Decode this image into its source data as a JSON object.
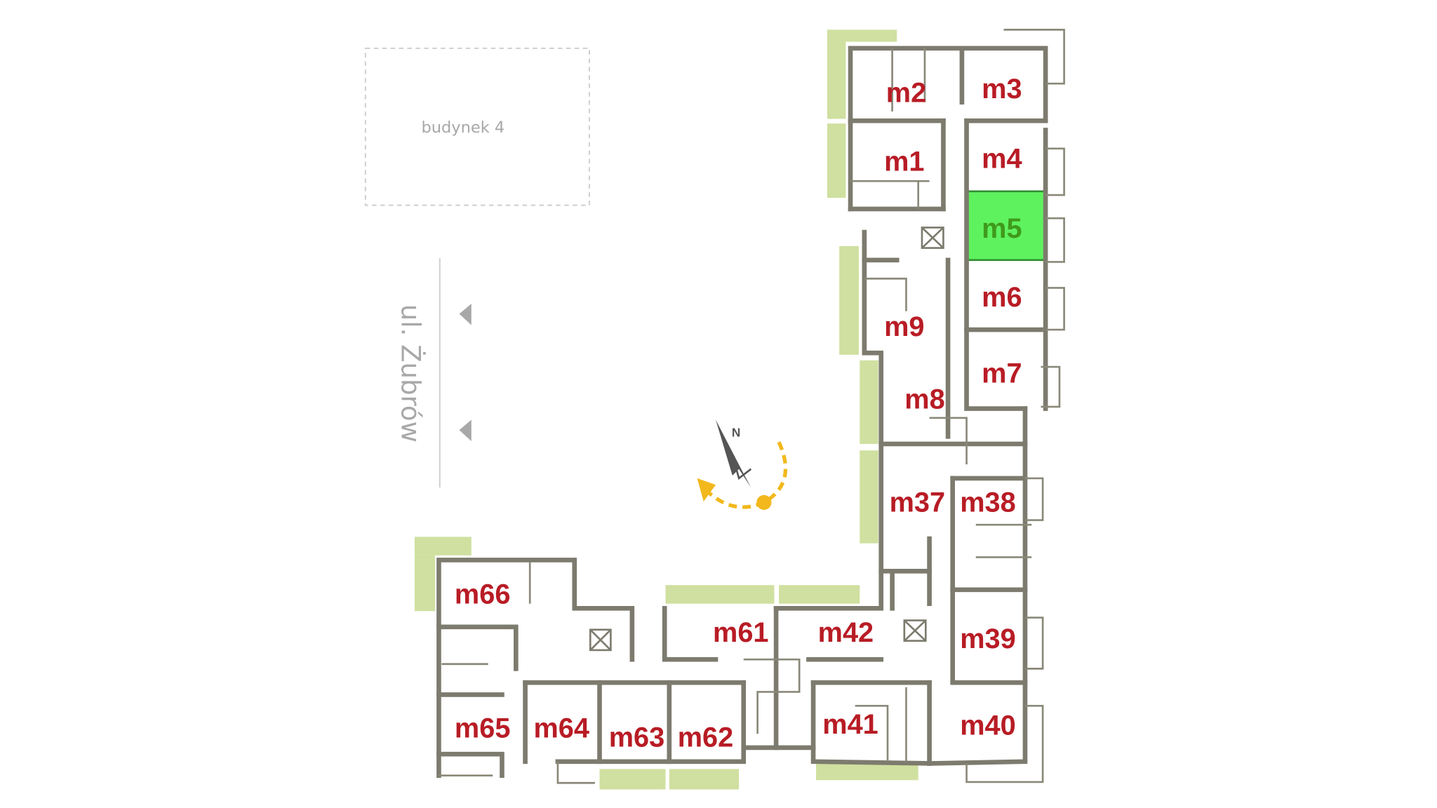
{
  "neighbor_building": "budynek 4",
  "street": "ul. Żubrów",
  "compass_label": "N",
  "colors": {
    "label": "#b81c25",
    "selected": "#5ef25e",
    "wall": "#7d7b6e",
    "balcony": "#cfe0a0",
    "route": "#f2b81c"
  },
  "selected_apartment": "m5",
  "apartments": [
    {
      "id": "m2",
      "label": "m2"
    },
    {
      "id": "m3",
      "label": "m3"
    },
    {
      "id": "m1",
      "label": "m1"
    },
    {
      "id": "m4",
      "label": "m4"
    },
    {
      "id": "m5",
      "label": "m5"
    },
    {
      "id": "m6",
      "label": "m6"
    },
    {
      "id": "m9",
      "label": "m9"
    },
    {
      "id": "m7",
      "label": "m7"
    },
    {
      "id": "m8",
      "label": "m8"
    },
    {
      "id": "m37",
      "label": "m37"
    },
    {
      "id": "m38",
      "label": "m38"
    },
    {
      "id": "m66",
      "label": "m66"
    },
    {
      "id": "m61",
      "label": "m61"
    },
    {
      "id": "m42",
      "label": "m42"
    },
    {
      "id": "m39",
      "label": "m39"
    },
    {
      "id": "m65",
      "label": "m65"
    },
    {
      "id": "m64",
      "label": "m64"
    },
    {
      "id": "m63",
      "label": "m63"
    },
    {
      "id": "m62",
      "label": "m62"
    },
    {
      "id": "m41",
      "label": "m41"
    },
    {
      "id": "m40",
      "label": "m40"
    }
  ]
}
